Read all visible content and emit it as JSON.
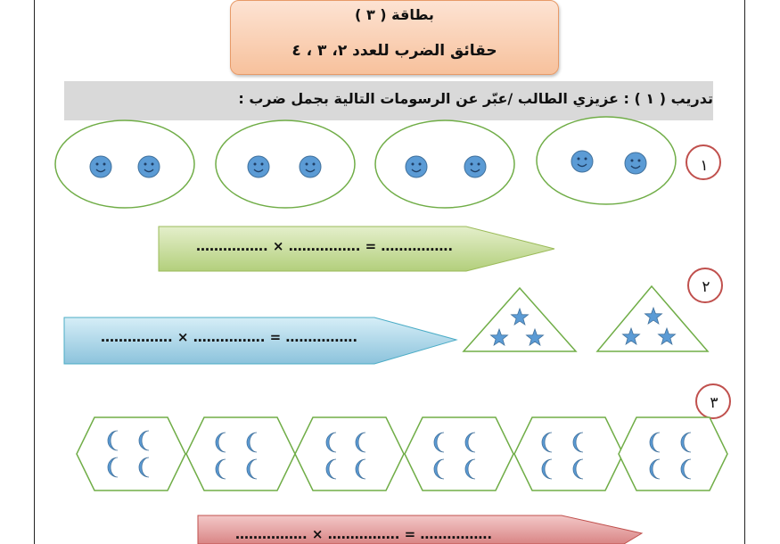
{
  "card": {
    "title": "بطاقة ( ٣ )",
    "subtitle": "حقائق الضرب للعدد ٢، ٣ ، ٤"
  },
  "instruction": "تدريب ( ١ ) : عزيزي الطالب /عبّر عن الرسومات التالية بجمل ضرب :",
  "exercises": [
    {
      "number": "١",
      "equation": "……………. × ……………. = ……………."
    },
    {
      "number": "٢",
      "equation": "……………. × ……………. = ……………."
    },
    {
      "number": "٣",
      "equation": "……………. × ……………. = ……………."
    }
  ],
  "colors": {
    "shape_fill": "#5b9bd5",
    "shape_outline": "#70ad47",
    "circle_label": "#c0504d",
    "arrow_green": "#c6dd9a",
    "arrow_blue": "#a9d4e6",
    "arrow_red": "#e6999a"
  }
}
